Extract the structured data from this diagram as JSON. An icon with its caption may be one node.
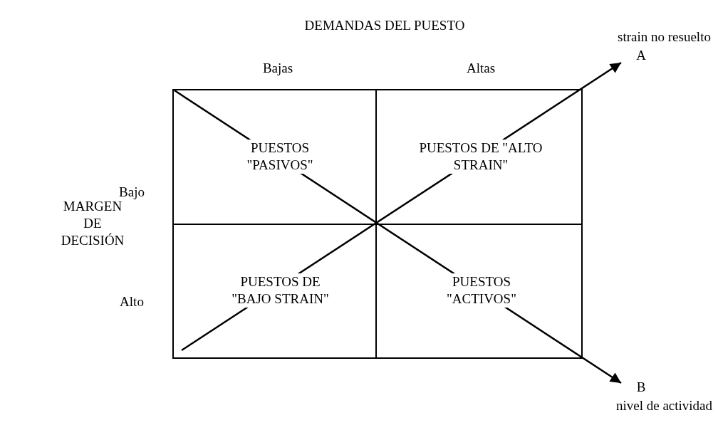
{
  "diagram": {
    "nodes": [
      {
        "text": [
          "A"
        ],
        "beside": [
          "strain no resuelto"
        ]
      },
      {
        "text": [
          "B"
        ],
        "beside": [
          "nivel de actividad"
        ]
      }
    ],
    "edges": [
      {
        "from": null,
        "to": 0,
        "arrow": "to"
      },
      {
        "from": null,
        "to": 1,
        "arrow": "to"
      }
    ],
    "labels": [
      "DEMANDAS DEL PUESTO",
      "Bajas",
      "Altas",
      "Bajo",
      "PUESTOS \"PASIVOS\"",
      "PUESTOS DE \"ALTO STRAIN\"",
      "MARGEN DE DECISIÓN",
      "Alto",
      "PUESTOS DE \"BAJO STRAIN\"",
      "PUESTOS \"ACTIVOS\""
    ]
  }
}
